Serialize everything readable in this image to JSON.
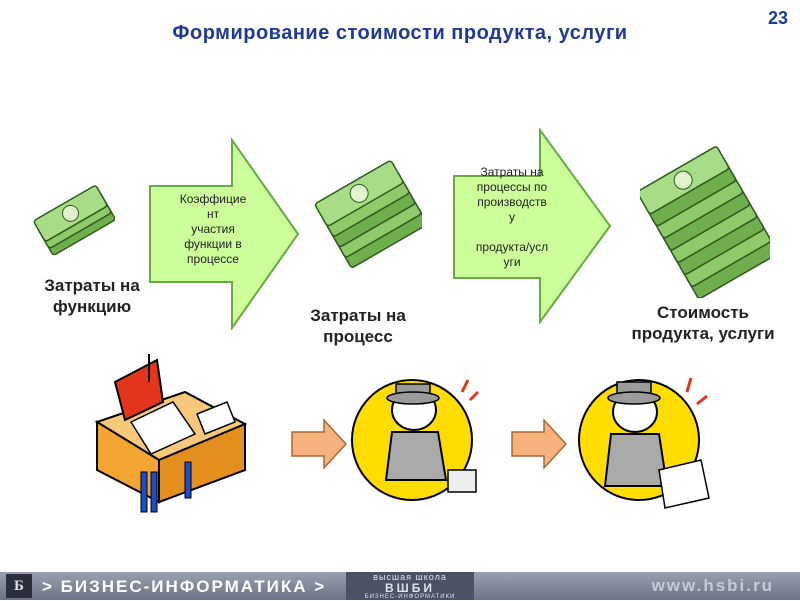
{
  "slide_number": "23",
  "title": "Формирование стоимости продукта, услуги",
  "nodes": {
    "function_costs": [
      "Затраты на",
      "функцию"
    ],
    "process_costs": [
      "Затраты на",
      "процесс"
    ],
    "product_cost": [
      "Стоимость",
      "продукта, услуги"
    ]
  },
  "arrows": {
    "coefficient": [
      "Коэффицие",
      "нт",
      "участия",
      "функции в",
      "процессе"
    ],
    "process_costs_per_product": [
      "Затраты на",
      "процессы по",
      "производств",
      "у",
      "",
      "продукта/усл",
      "уги"
    ]
  },
  "footer": {
    "logo": "Б",
    "brand": "> БИЗНЕС-ИНФОРМАТИКА >",
    "school_line1": "высшая школа",
    "school_line2": "ВШБИ",
    "school_line3": "БИЗНЕС-ИНФОРМАТИКИ",
    "url": "www.hsbi.ru"
  },
  "colors": {
    "title": "#1f3a96",
    "arrow_fill": "#ccff99",
    "arrow_stroke": "#66aa44",
    "money_green": "#8ec96a",
    "orange": "#f2a533",
    "yellow": "#ffdd00"
  }
}
